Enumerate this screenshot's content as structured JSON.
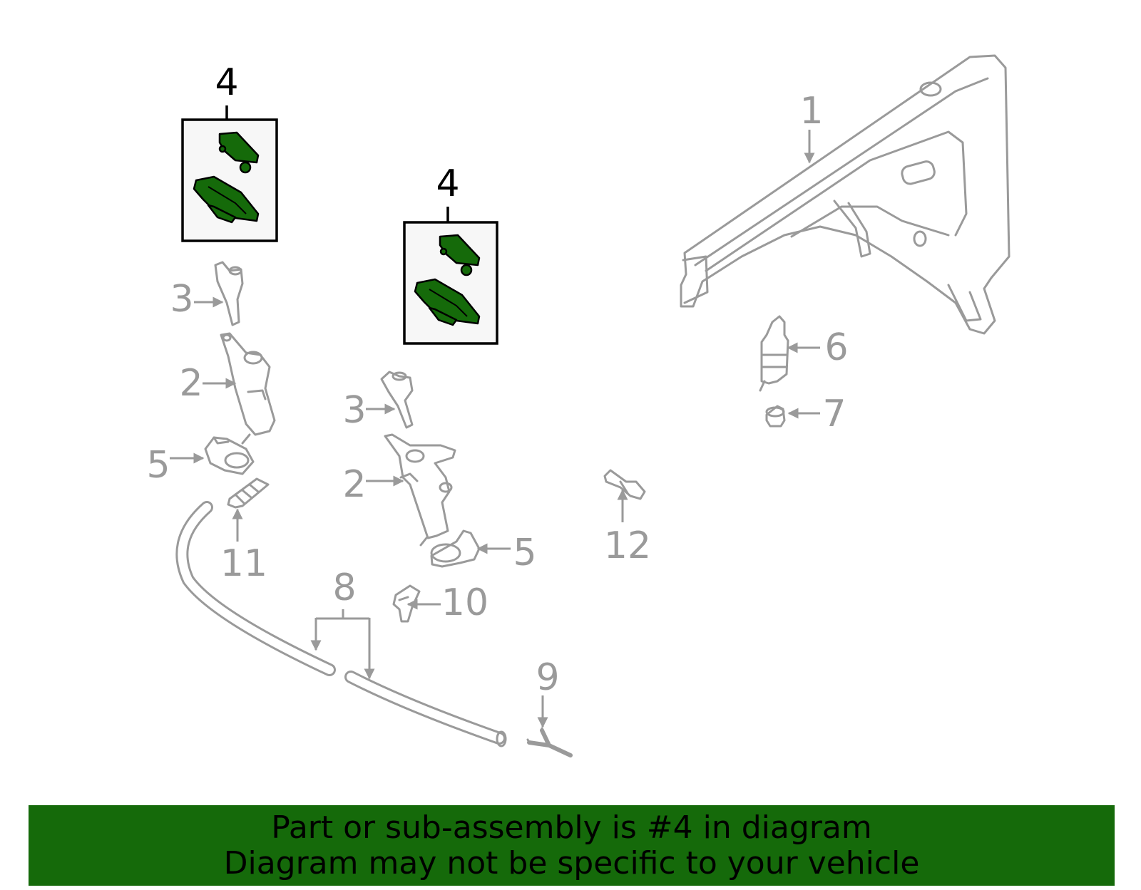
{
  "diagram": {
    "callouts": {
      "c1": "1",
      "c2a": "2",
      "c2b": "2",
      "c3a": "3",
      "c3b": "3",
      "c4a": "4",
      "c4b": "4",
      "c5a": "5",
      "c5b": "5",
      "c6": "6",
      "c7": "7",
      "c8": "8",
      "c9": "9",
      "c10": "10",
      "c11": "11",
      "c12": "12"
    },
    "highlight_color": "#156a0a",
    "part_line_color": "#9a9a9a"
  },
  "banner": {
    "line1": "Part or sub-assembly is #4 in diagram",
    "line2": "Diagram may not be specific to your vehicle",
    "color": "#156a0a"
  }
}
